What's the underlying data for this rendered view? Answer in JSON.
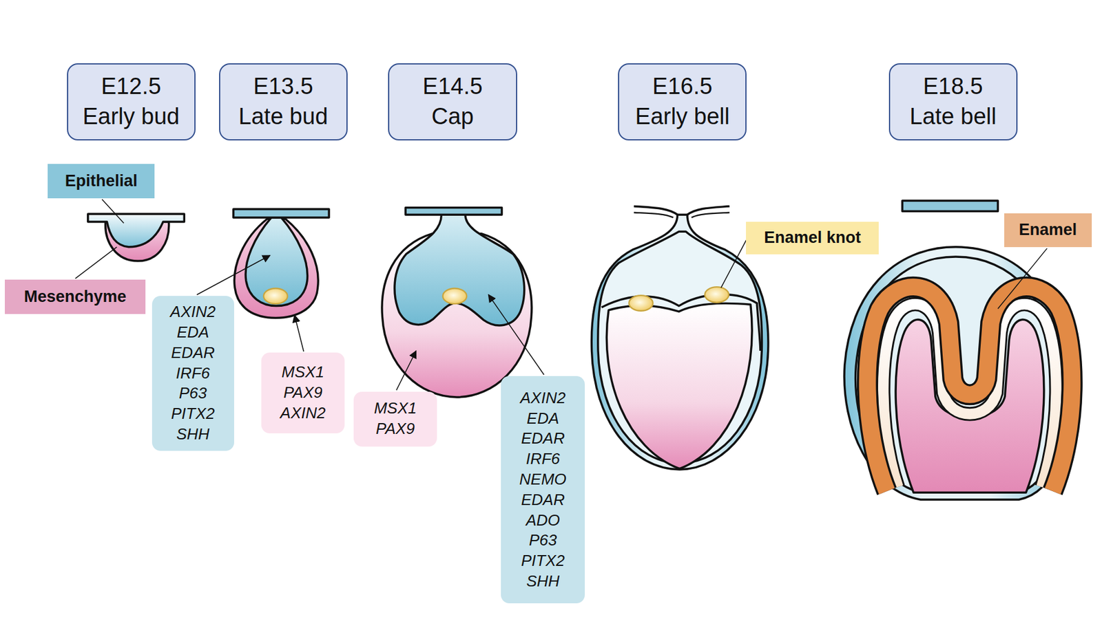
{
  "diagram": {
    "nodes": [
      {
        "text": [
          "E12.5",
          "Early bud"
        ]
      },
      {
        "text": [
          "E13.5",
          "Late bud"
        ]
      },
      {
        "text": [
          "E14.5",
          "Cap"
        ]
      },
      {
        "text": [
          "E16.5",
          "Early bell"
        ]
      },
      {
        "text": [
          "E18.5",
          "Late bell"
        ]
      },
      {
        "text": [
          "Epithelial"
        ]
      },
      {
        "text": [
          "Enamel"
        ]
      },
      {
        "text": [
          "Enamel knot"
        ]
      },
      {
        "text": [
          "Mesenchyme"
        ]
      },
      {
        "text": [
          "AXIN2",
          "EDA",
          "EDAR",
          "IRF6",
          "P63",
          "PITX2",
          "SHH"
        ]
      },
      {
        "text": [
          "MSX1",
          "PAX9",
          "AXIN2"
        ]
      },
      {
        "text": [
          "MSX1",
          "PAX9"
        ]
      },
      {
        "text": [
          "AXIN2",
          "EDA",
          "EDAR",
          "IRF6",
          "NEMO",
          "EDAR",
          "ADO",
          "P63",
          "PITX2",
          "SHH"
        ]
      }
    ]
  }
}
